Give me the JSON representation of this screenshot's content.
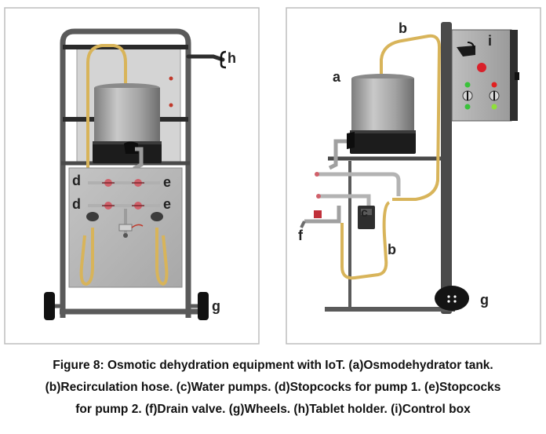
{
  "figure": {
    "caption_lines": [
      "Figure 8: Osmotic dehydration equipment with IoT. (a)Osmodehydrator tank.",
      "(b)Recirculation hose. (c)Water pumps. (d)Stopcocks for pump 1. (e)Stopcocks",
      "for pump 2. (f)Drain valve. (g)Wheels. (h)Tablet holder. (i)Control box"
    ]
  },
  "left_view": {
    "labels": {
      "h": "h",
      "d1": "d",
      "e1": "e",
      "d2": "d",
      "e2": "e",
      "g": "g"
    }
  },
  "right_view": {
    "labels": {
      "a": "a",
      "b_top": "b",
      "i": "i",
      "c": "c",
      "f": "f",
      "b_bottom": "b",
      "g": "g"
    }
  },
  "colors": {
    "frame": "#5a5a5a",
    "hose": "#d8b45a",
    "tank": "#a9a9a9",
    "plate": "#b7b7b7",
    "valve_red": "#d0606a",
    "led_green": "#3ac23a",
    "led_red": "#e02020"
  }
}
